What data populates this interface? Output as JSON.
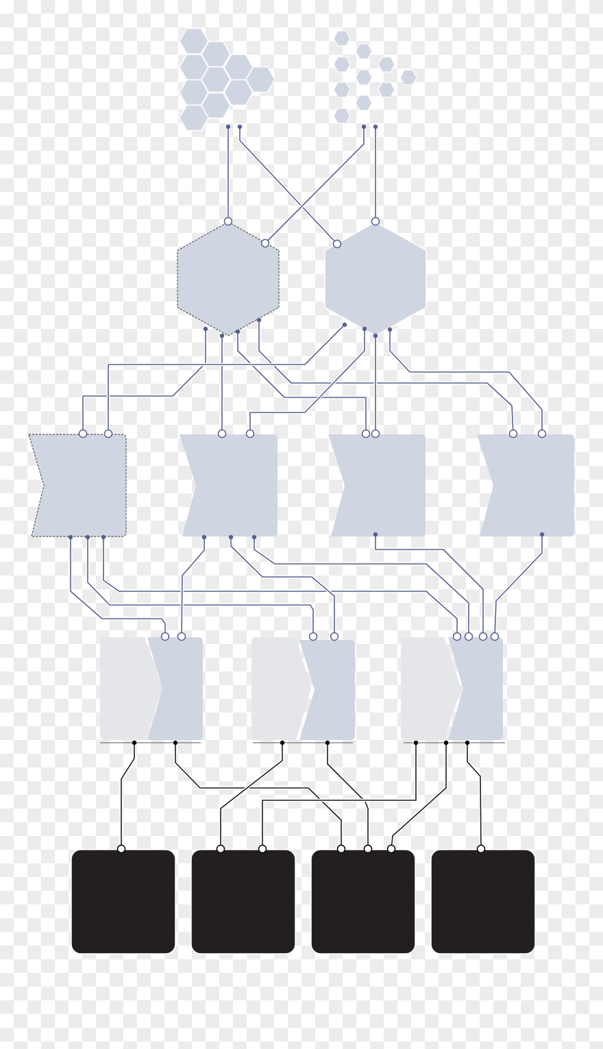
{
  "diagram": {
    "colors": {
      "node_fill": "#d0d5e2",
      "node_fill_light": "#e5e6e9",
      "wire_blue": "#56608f",
      "wire_black": "#1a1a1a",
      "output_block": "#231f20",
      "dashed_outline": "#555555"
    },
    "layers": [
      {
        "name": "input-clusters",
        "count": 2
      },
      {
        "name": "hexagon-nodes",
        "count": 2
      },
      {
        "name": "notched-nodes",
        "count": 4
      },
      {
        "name": "paired-nodes",
        "count": 3
      },
      {
        "name": "output-blocks",
        "count": 4
      }
    ]
  }
}
